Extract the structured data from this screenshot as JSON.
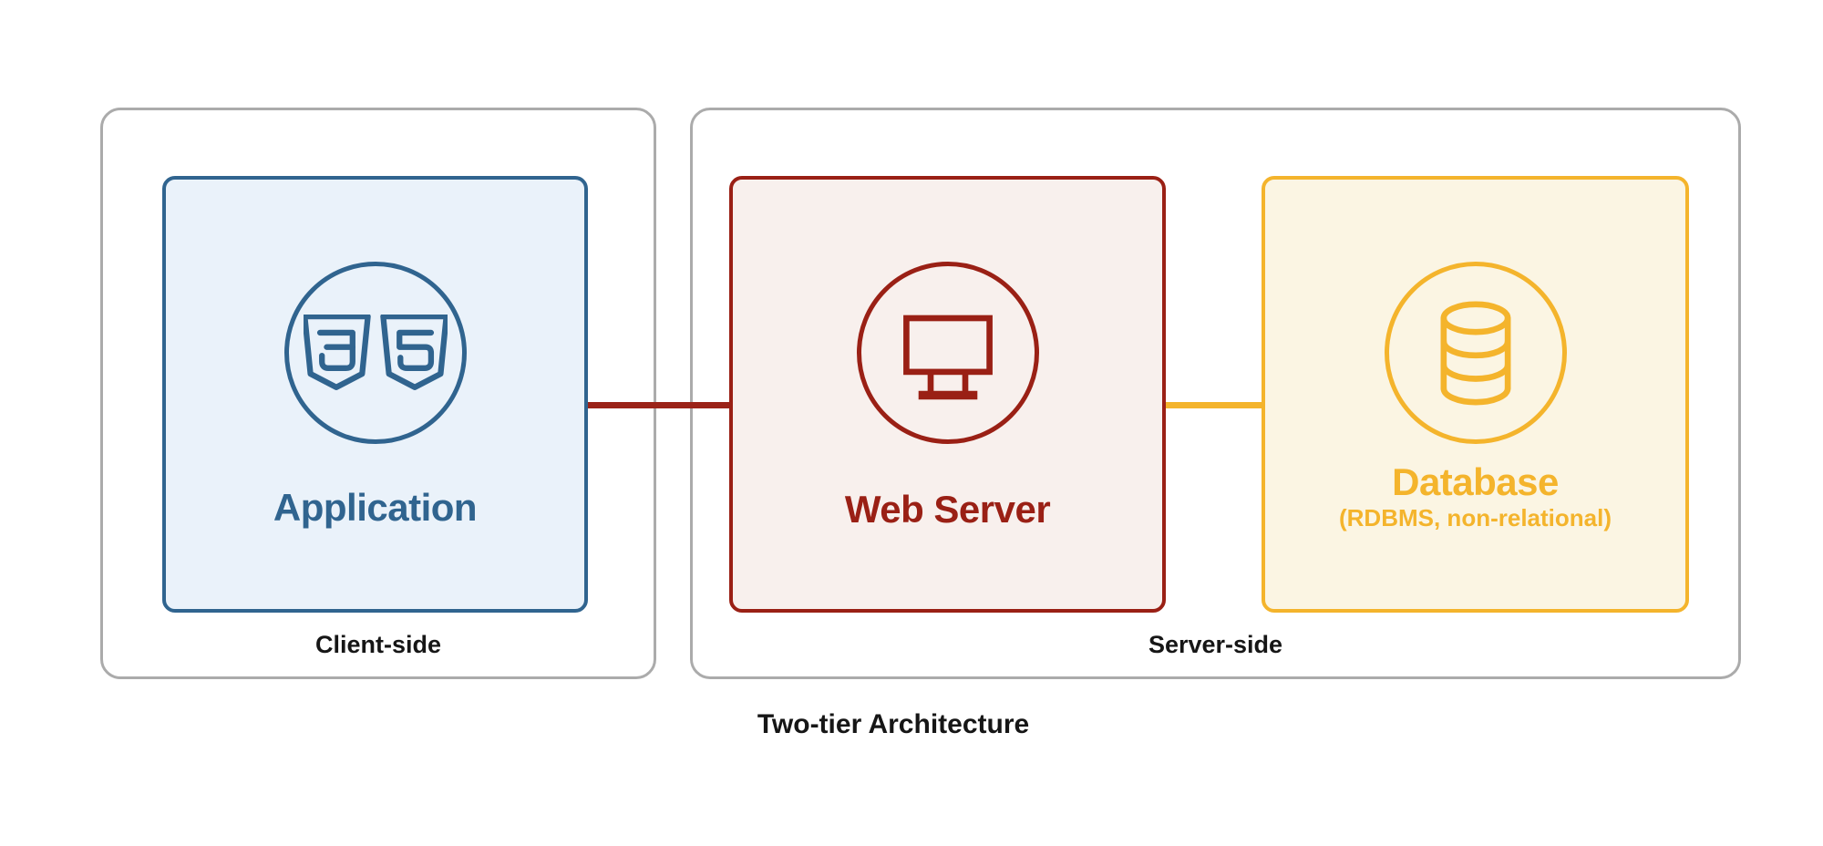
{
  "title": "Two-tier Architecture",
  "groups": {
    "client": {
      "label": "Client-side"
    },
    "server": {
      "label": "Server-side"
    }
  },
  "nodes": {
    "application": {
      "label": "Application",
      "icon": "html5-css3-shields-icon",
      "accent_color": "#30648F",
      "fill_color": "#EAF2FA"
    },
    "web_server": {
      "label": "Web Server",
      "icon": "monitor-icon",
      "accent_color": "#9A2015",
      "fill_color": "#F8F0ED"
    },
    "database": {
      "label": "Database",
      "sublabel": "(RDBMS, non-relational)",
      "icon": "database-cylinder-icon",
      "accent_color": "#F4B42C",
      "fill_color": "#FBF5E3"
    }
  },
  "connections": [
    {
      "from": "Application",
      "to": "Web Server",
      "color": "#9B2318"
    },
    {
      "from": "Web Server",
      "to": "Database",
      "color": "#F4B42C"
    }
  ],
  "canvas": {
    "background_color": "#FFFFFF",
    "group_border_color": "#ABABAB",
    "caption_text_color": "#161616"
  }
}
